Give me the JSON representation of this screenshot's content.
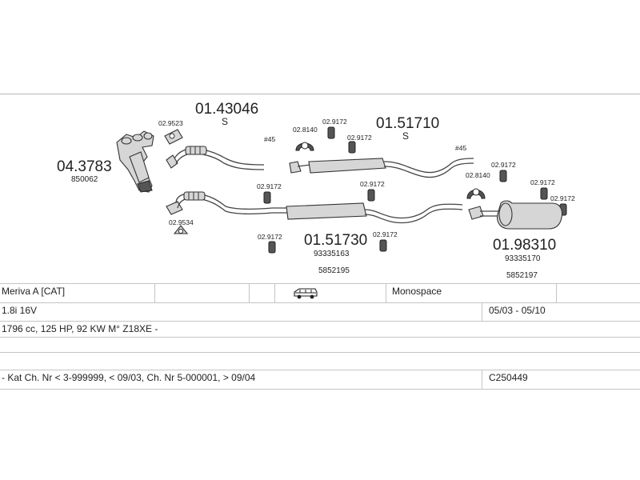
{
  "parts": {
    "manifold_code": "04.3783",
    "manifold_ref": "850062",
    "ring_a": "02.9523",
    "ring_b": "02.9534",
    "front_pipe_code": "01.43046",
    "front_pipe_suffix": "S",
    "angle_a": "#45",
    "angle_b": "#45",
    "hanger_8140_a": "02.8140",
    "hanger_8140_b": "02.8140",
    "clamp": "02.9172",
    "mid_code": "01.51710",
    "mid_suffix": "S",
    "mid_b_code": "01.51730",
    "mid_b_ref1": "93335163",
    "mid_b_ref2": "5852195",
    "rear_code": "01.98310",
    "rear_ref1": "93335170",
    "rear_ref2": "5852197"
  },
  "table": {
    "model": "Meriva A  [CAT]",
    "body_type": "Monospace",
    "engine": "1.8i 16V",
    "years": "05/03 - 05/10",
    "specs": "1796 cc, 125 HP, 92 KW M° Z18XE -",
    "notes": "- Kat Ch. Nr < 3-999999, < 09/03, Ch. Nr 5-000001, > 09/04",
    "catalog_no": "C250449"
  },
  "icons": {
    "vehicle": "minivan-icon"
  }
}
